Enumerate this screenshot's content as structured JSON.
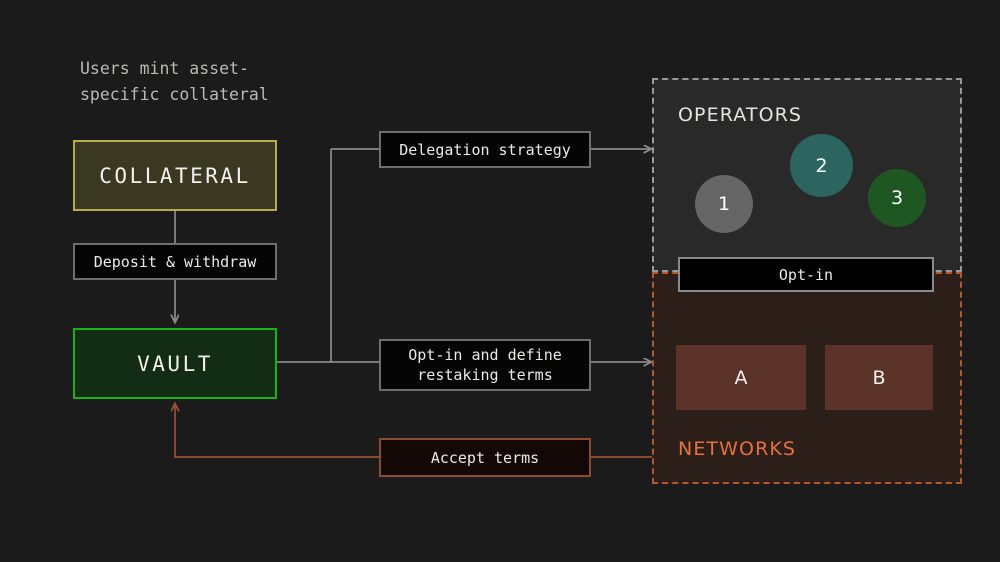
{
  "diagram": {
    "background": "#1c1b1b",
    "caption": "Users mint asset-\nspecific collateral",
    "nodes": {
      "collateral": {
        "label": "COLLATERAL",
        "border": "#b3ad4d",
        "fill": "#3a3821"
      },
      "vault": {
        "label": "VAULT",
        "border": "#17b317",
        "fill": "#132c14"
      },
      "deposit": {
        "label": "Deposit & withdraw",
        "border": "#6e6e6e",
        "fill": "#050505"
      },
      "delegation": {
        "label": "Delegation strategy",
        "border": "#6e6e6e",
        "fill": "#050505"
      },
      "optin_terms": {
        "label": "Opt-in and define\nrestaking terms",
        "border": "#6e6e6e",
        "fill": "#050505"
      },
      "accept_terms": {
        "label": "Accept terms",
        "border": "#8c4a30",
        "fill": "#140807"
      },
      "optin": {
        "label": "Opt-in",
        "border": "#8a8a8a",
        "fill": "#000000"
      }
    },
    "operators_panel": {
      "title": "OPERATORS",
      "border": "#9a9a9a",
      "fill": "#2a2929",
      "operators": [
        {
          "label": "1",
          "color": "#656565"
        },
        {
          "label": "2",
          "color": "#2c6460"
        },
        {
          "label": "3",
          "color": "#1f5722"
        }
      ]
    },
    "networks_panel": {
      "title": "NETWORKS",
      "border": "#b5562c",
      "fill": "#2c1f1a",
      "title_color": "#e8703a",
      "networks": [
        {
          "label": "A",
          "fill": "#5b3328"
        },
        {
          "label": "B",
          "fill": "#5b3328"
        }
      ]
    },
    "edges": {
      "gray": "#8b8b8b",
      "rust": "#9a5134",
      "teal": "#2f7d72",
      "green": "#2f8f2f"
    }
  }
}
